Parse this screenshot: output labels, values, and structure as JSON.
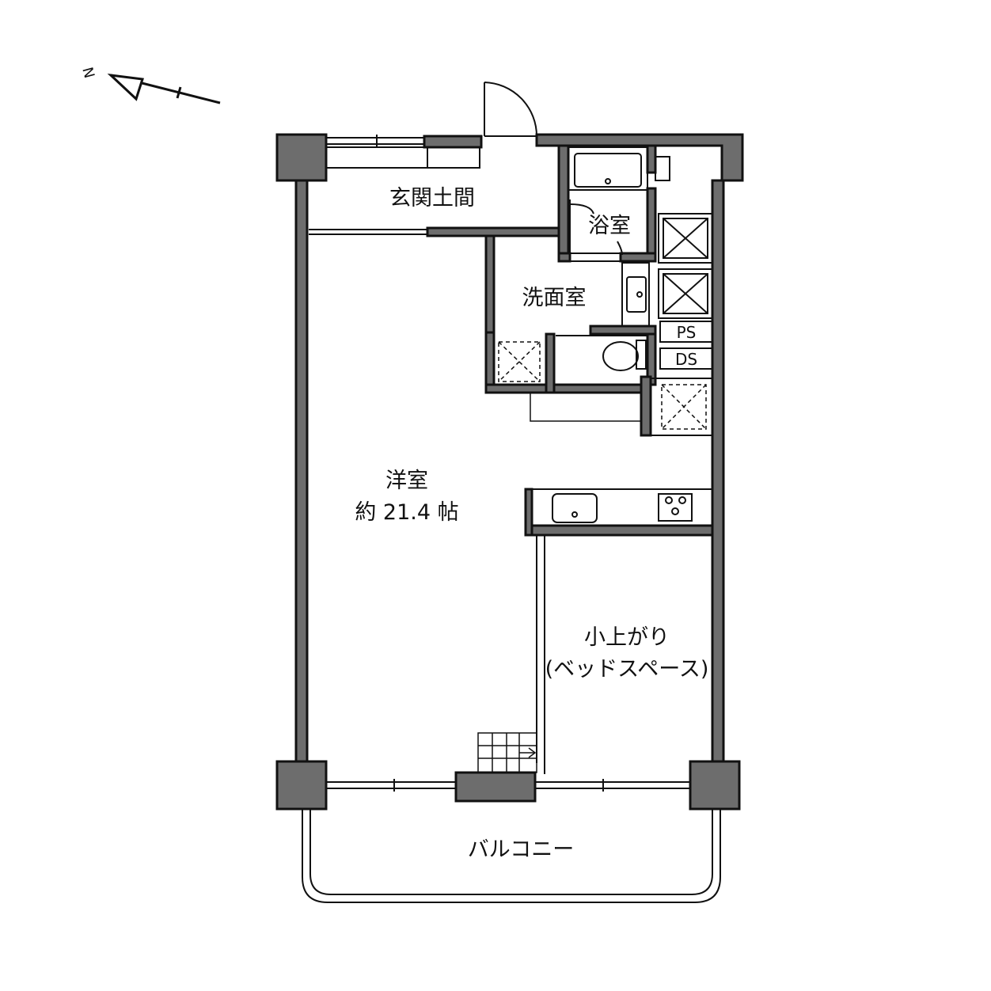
{
  "compass": {
    "north_label": "N"
  },
  "rooms": {
    "entrance": "玄関土間",
    "bath": "浴室",
    "washroom": "洗面室",
    "western_room": "洋室",
    "western_room_area": "約 21.4 帖",
    "loft_line1": "小上がり",
    "loft_line2": "(ベッドスペース)",
    "balcony": "バルコニー"
  },
  "shafts": {
    "ps": "PS",
    "ds": "DS"
  },
  "colors": {
    "wall": "#6d6d6d",
    "outline": "#111111",
    "background": "#ffffff"
  }
}
